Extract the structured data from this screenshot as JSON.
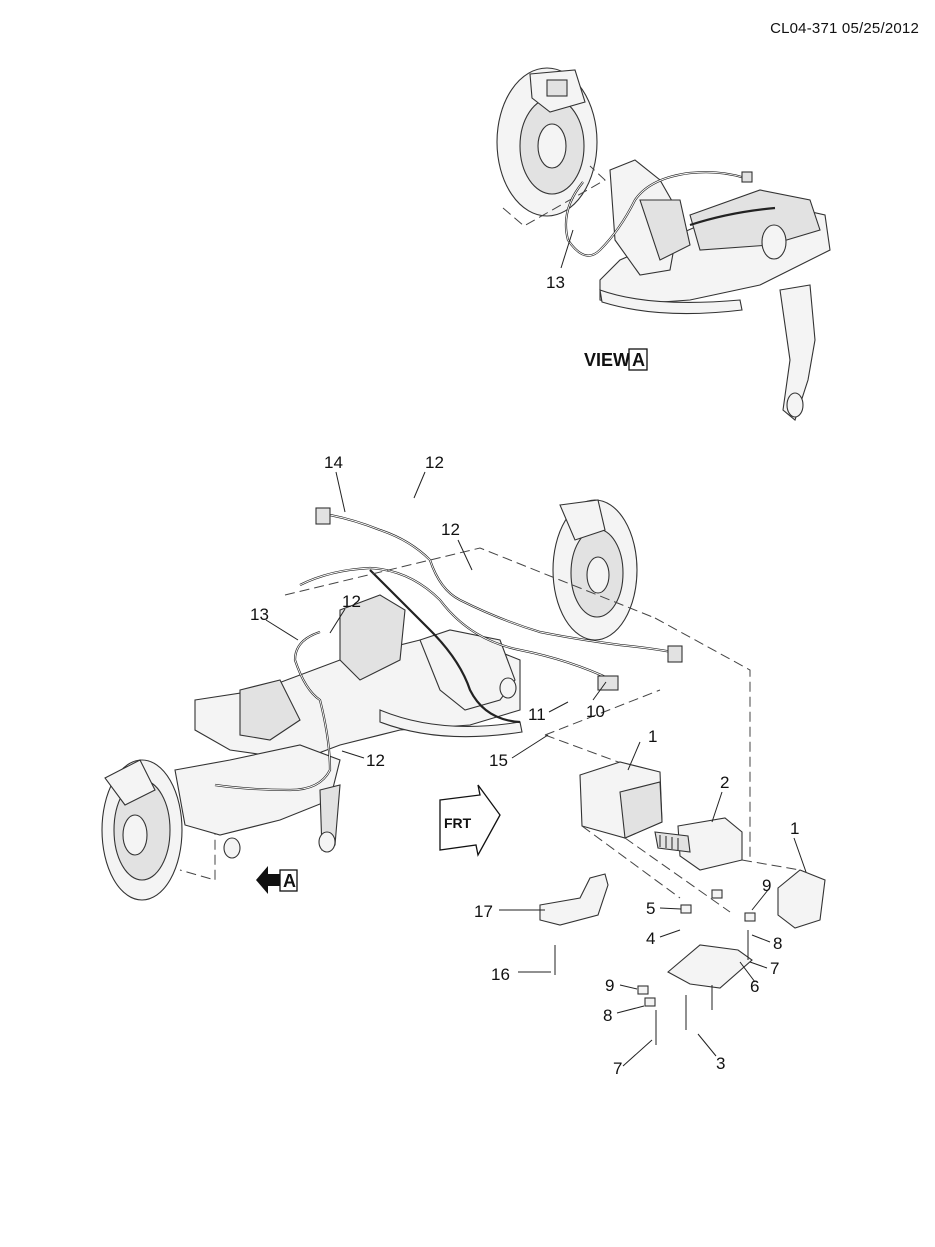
{
  "header": {
    "doc_id": "CL04-371 05/25/2012"
  },
  "view": {
    "label": "VIEW",
    "letter": "A"
  },
  "arrow_marker": {
    "letter": "A"
  },
  "frt_arrow": {
    "label": "FRT"
  },
  "callouts": {
    "c13_view": "13",
    "c14": "14",
    "c12_top": "12",
    "c12_mid": "12",
    "c12_left": "12",
    "c12_low": "12",
    "c13_main": "13",
    "c11": "11",
    "c10": "10",
    "c15": "15",
    "c1_top": "1",
    "c2": "2",
    "c1_right": "1",
    "c9_right": "9",
    "c8_right": "8",
    "c7_right": "7",
    "c6": "6",
    "c5": "5",
    "c4": "4",
    "c17": "17",
    "c16": "16",
    "c9_left": "9",
    "c8_left": "8",
    "c7_left": "7",
    "c3": "3"
  }
}
